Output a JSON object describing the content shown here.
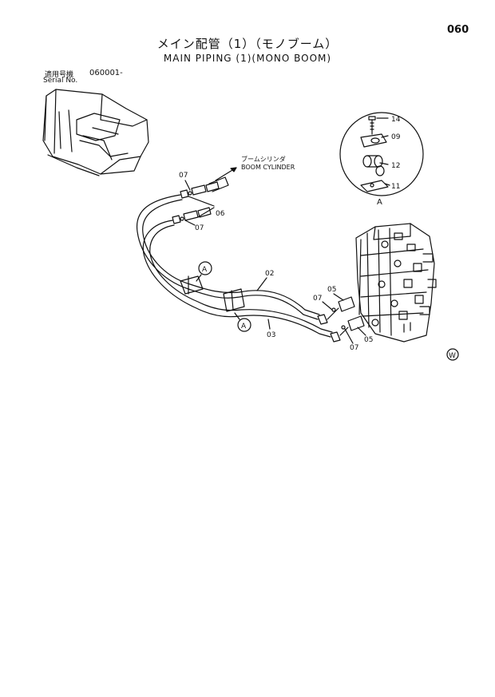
{
  "page_number": "060",
  "title_jp": "メイン配管（1）（モノブーム）",
  "title_en": "MAIN PIPING (1)(MONO BOOM)",
  "serial": {
    "label_jp": "適用号機",
    "label_en": "Serial No.",
    "value": "060001-"
  },
  "boom_cylinder": {
    "jp": "ブームシリンダ",
    "en": "BOOM CYLINDER"
  },
  "detail_label": "A",
  "view_marker": "A",
  "w_mark": "W",
  "callouts": {
    "p02": "02",
    "p03": "03",
    "p05a": "05",
    "p05b": "05",
    "p06": "06",
    "p07a": "07",
    "p07b": "07",
    "p07c": "07",
    "p07d": "07",
    "p09": "09",
    "p11": "11",
    "p12": "12",
    "p14": "14"
  }
}
